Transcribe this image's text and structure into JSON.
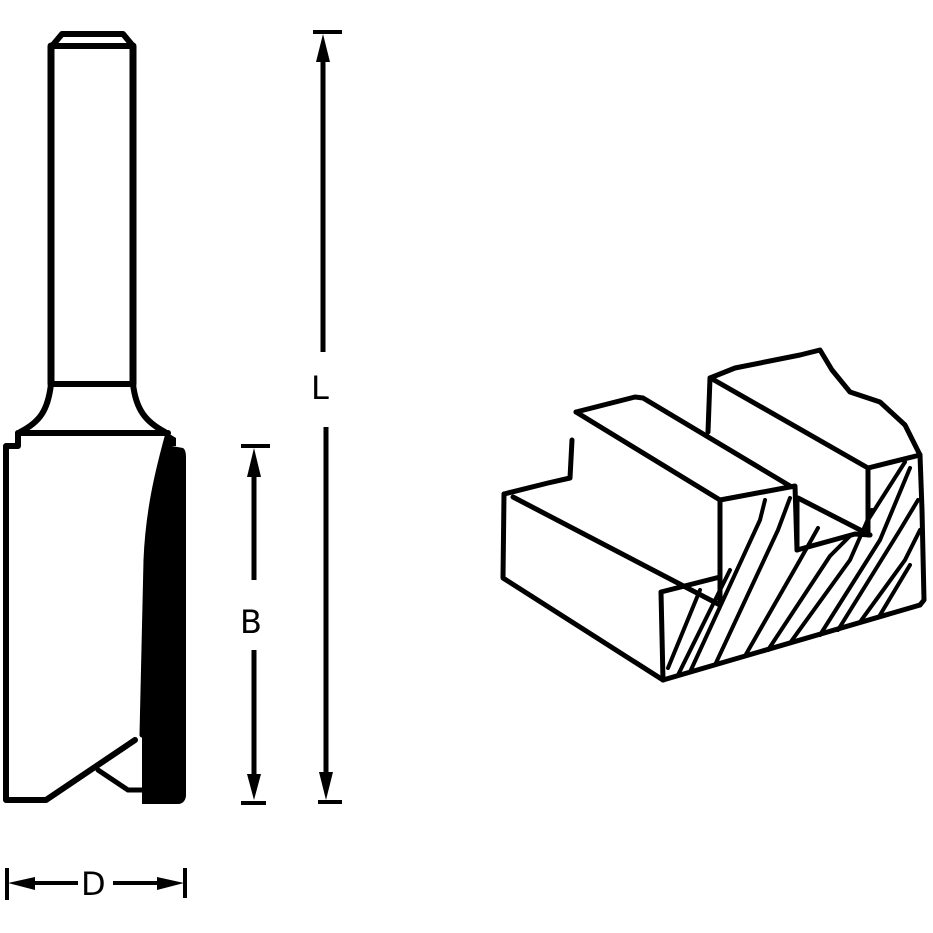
{
  "diagram": {
    "subject": "straight router bit with dimension callouts and example workpiece",
    "colors": {
      "line": "#000000",
      "background": "#ffffff"
    },
    "dimensions": {
      "overall_length": {
        "label": "L"
      },
      "cutting_length": {
        "label": "B"
      },
      "cutting_diameter": {
        "label": "D"
      }
    },
    "illustrations": [
      {
        "name": "router-bit",
        "description": "side view of straight two-flute router bit with shank"
      },
      {
        "name": "workpiece",
        "description": "wood block with stepped rabbets / grooves, end-grain hatched"
      }
    ]
  }
}
